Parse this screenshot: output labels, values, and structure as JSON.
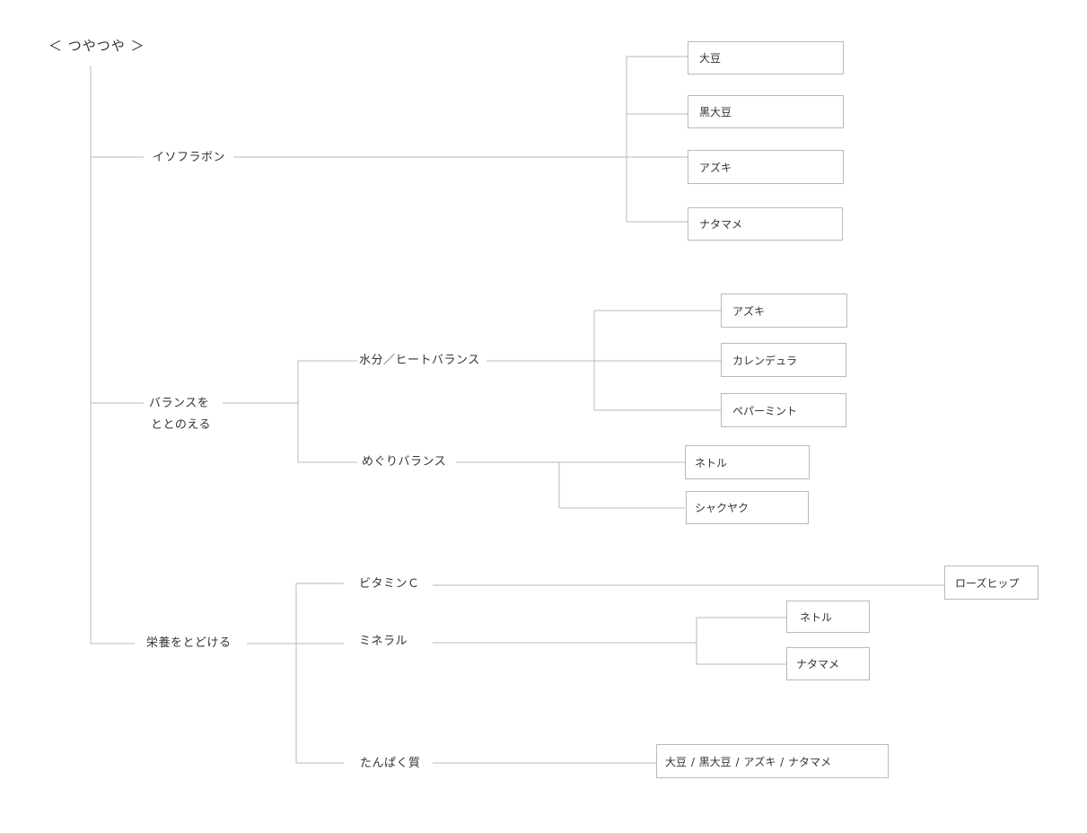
{
  "root": "＜ つやつや ＞",
  "branches": {
    "isoflavone": {
      "label": "イソフラボン",
      "items": [
        "大豆",
        "黒大豆",
        "アズキ",
        "ナタマメ"
      ]
    },
    "balance": {
      "label_lines": [
        "バランスを",
        "ととのえる"
      ],
      "water": {
        "label": "水分／ヒートバランス",
        "items": [
          "アズキ",
          "カレンデュラ",
          "ペパーミント"
        ]
      },
      "circulation": {
        "label": "めぐりバランス",
        "items": [
          "ネトル",
          "シャクヤク"
        ]
      }
    },
    "nutrition": {
      "label": "栄養をとどける",
      "vitamin_c": {
        "label": "ビタミンＣ",
        "items": [
          "ローズヒップ"
        ]
      },
      "mineral": {
        "label": "ミネラル",
        "items": [
          "ネトル",
          "ナタマメ"
        ]
      },
      "protein": {
        "label": "たんぱく質",
        "summary": "大豆 / 黒大豆 / アズキ / ナタマメ"
      }
    }
  }
}
